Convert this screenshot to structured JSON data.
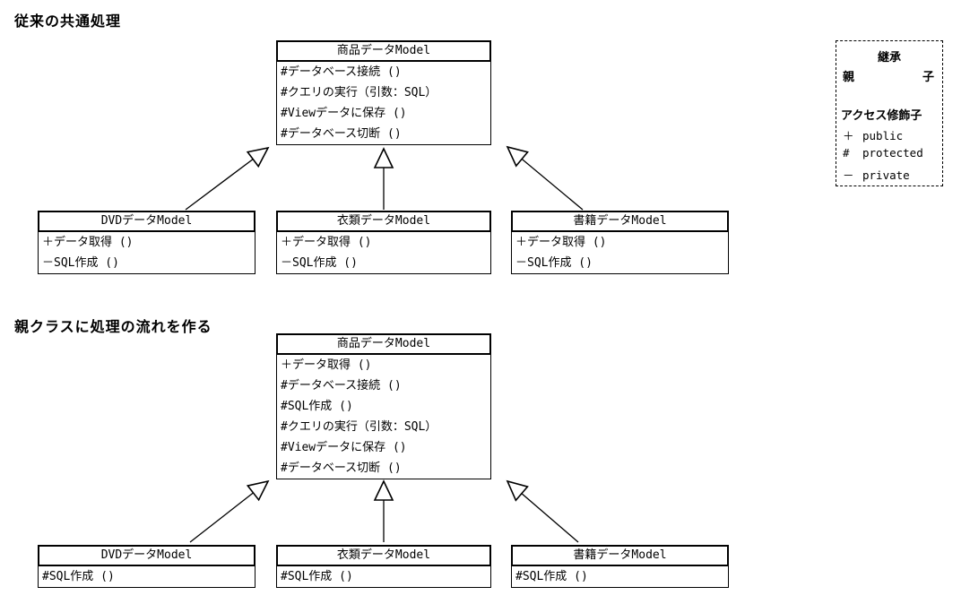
{
  "sections": [
    {
      "title": "従来の共通処理",
      "parent": {
        "name": "商品データModel",
        "members": [
          "#データベース接続 ()",
          "#クエリの実行（引数：SQL）",
          "#Viewデータに保存 ()",
          "#データベース切断 ()"
        ]
      },
      "children": [
        {
          "name": "DVDデータModel",
          "members": [
            "＋データ取得 ()",
            "－SQL作成 ()"
          ]
        },
        {
          "name": "衣類データModel",
          "members": [
            "＋データ取得 ()",
            "－SQL作成 ()"
          ]
        },
        {
          "name": "書籍データModel",
          "members": [
            "＋データ取得 ()",
            "－SQL作成 ()"
          ]
        }
      ]
    },
    {
      "title": "親クラスに処理の流れを作る",
      "parent": {
        "name": "商品データModel",
        "members": [
          "＋データ取得 ()",
          "#データベース接続 ()",
          "#SQL作成 ()",
          "#クエリの実行（引数：SQL）",
          "#Viewデータに保存 ()",
          "#データベース切断 ()"
        ]
      },
      "children": [
        {
          "name": "DVDデータModel",
          "members": [
            "#SQL作成 ()"
          ]
        },
        {
          "name": "衣類データModel",
          "members": [
            "#SQL作成 ()"
          ]
        },
        {
          "name": "書籍データModel",
          "members": [
            "#SQL作成 ()"
          ]
        }
      ]
    }
  ],
  "legend": {
    "inheritance_label": "継承",
    "parent_label": "親",
    "child_label": "子",
    "access_title": "アクセス修飾子",
    "access_items": [
      {
        "symbol": "＋",
        "meaning": "public"
      },
      {
        "symbol": "#",
        "meaning": "protected"
      },
      {
        "symbol": "－",
        "meaning": "private"
      }
    ]
  },
  "colors": {
    "line": "#000000",
    "background": "#ffffff"
  }
}
